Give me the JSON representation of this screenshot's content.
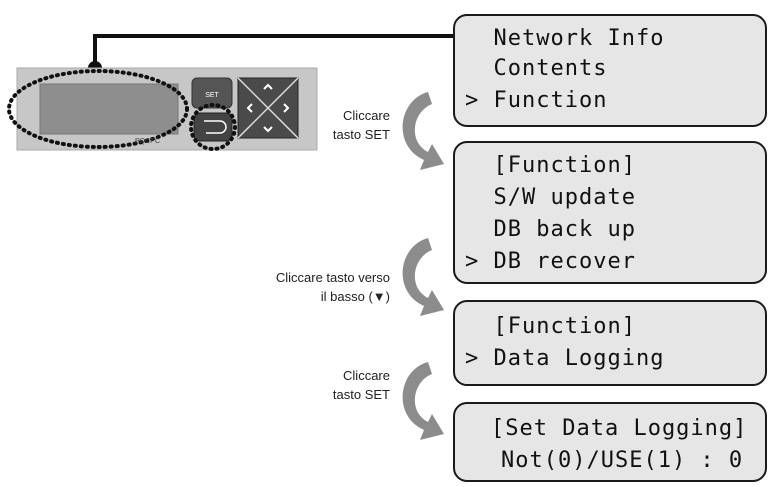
{
  "device": {
    "set_label": "SET",
    "model_label": "PQCPC",
    "back_icon": "return-arrow-icon",
    "nav_icons": [
      "chevron-up-icon",
      "chevron-left-icon",
      "chevron-right-icon",
      "chevron-down-icon"
    ]
  },
  "screens": [
    {
      "lines": [
        {
          "cursor": " ",
          "text": "Network Info"
        },
        {
          "cursor": " ",
          "text": "Contents"
        },
        {
          "cursor": ">",
          "text": "Function"
        }
      ]
    },
    {
      "lines": [
        {
          "cursor": " ",
          "text": "[Function]"
        },
        {
          "cursor": " ",
          "text": "S/W update"
        },
        {
          "cursor": " ",
          "text": "DB back up"
        },
        {
          "cursor": ">",
          "text": "DB recover"
        }
      ]
    },
    {
      "lines": [
        {
          "cursor": " ",
          "text": "[Function]"
        },
        {
          "cursor": ">",
          "text": "Data Logging"
        }
      ]
    },
    {
      "lines": [
        {
          "cursor": "",
          "text": "[Set Data Logging]"
        },
        {
          "cursor": "",
          "text": "Not(0)/USE(1) : 0"
        }
      ]
    }
  ],
  "steps": [
    {
      "line1": "Cliccare",
      "line2": "tasto SET"
    },
    {
      "line1": "Cliccare tasto verso",
      "line2": "il basso (▼)"
    },
    {
      "line1": "Cliccare",
      "line2": "tasto SET"
    }
  ],
  "colors": {
    "screen_bg": "#e6e6e6",
    "arrow": "#8c8c8c",
    "device_body": "#c7c7c7",
    "device_display": "#8e8e8e"
  }
}
